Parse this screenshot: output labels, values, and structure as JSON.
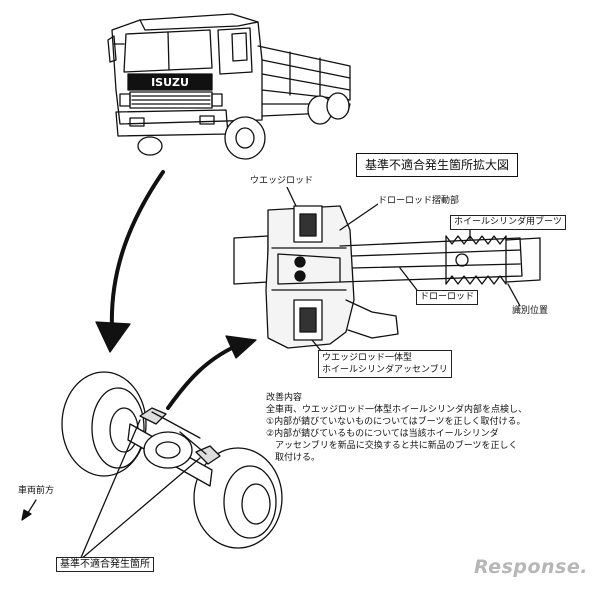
{
  "truck": {
    "brand": "ISUZU"
  },
  "detail": {
    "title": "基準不適合発生箇所拡大図",
    "labels": {
      "wedge_rod": "ウエッジロッド",
      "draw_rod_sliding": "ドローロッド摺動部",
      "wheel_cylinder_boot": "ホイールシリンダ用ブーツ",
      "draw_rod": "ドローロッド",
      "identification_position": "識別位置",
      "wedge_rod_integrated": "ウエッジロッド一体型",
      "wheel_cylinder_assembly": "ホイールシリンダアッセンブリ"
    }
  },
  "note": {
    "heading": "改善内容",
    "lines": [
      "全車両、ウエッジロッド一体型ホイールシリンダ内部を点検し、",
      "①内部が錆びていないものについてはブーツを正しく取付ける。",
      "②内部が錆びているものについては当該ホイールシリンダ",
      "　アッセンブリを新品に交換すると共に新品のブーツを正しく",
      "　取付ける。"
    ]
  },
  "axle": {
    "front_direction": "車両前方",
    "location_label": "基準不適合発生箇所"
  },
  "watermark": "Response."
}
